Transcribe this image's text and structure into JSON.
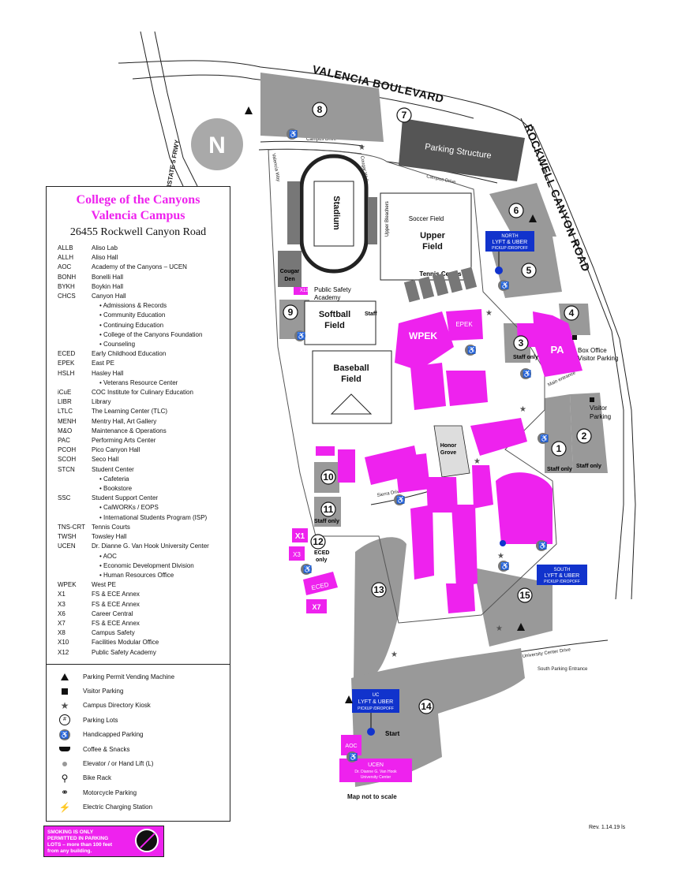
{
  "roads": {
    "valencia": "VALENCIA BOULEVARD",
    "rockwell": "ROCKWELL CANYON ROAD",
    "interstate": "INTERSTATE 5 FRWY",
    "campus_drive": "Campus Drive",
    "cougar_walk": "Cougar Walk",
    "campus_drive_2": "Campus Drive",
    "valencia_way": "Valencia Way",
    "university_center_drive": "University Center Drive",
    "south_parking_entrance": "South Parking Entrance",
    "main_entrance": "Main entrance",
    "sierra_drive": "Sierra Drive"
  },
  "north_label": "N",
  "lots": [
    "1",
    "2",
    "3",
    "4",
    "5",
    "6",
    "7",
    "8",
    "9",
    "10",
    "11",
    "12",
    "13",
    "14",
    "15"
  ],
  "map_labels": {
    "parking_structure": "Parking Structure",
    "stadium": "Stadium",
    "soccer_field": "Soccer Field",
    "upper_field_line1": "Upper",
    "upper_field_line2": "Field",
    "upper_bleachers": "Upper Bleachers",
    "tennis_courts": "Tennis Courts",
    "cougar_den_line1": "Cougar",
    "cougar_den_line2": "Den",
    "public_safety_line1": "Public Safety",
    "public_safety_line2": "Academy",
    "public_safety_code": "X12",
    "softball_line1": "Softball",
    "softball_line2": "Field",
    "baseball_line1": "Baseball",
    "baseball_line2": "Field",
    "staff_label": "Staff",
    "staff_only": "Staff only",
    "visitor_parking_line1": "Visitor",
    "visitor_parking_line2": "Parking",
    "box_office_line1": "Box Office",
    "box_office_line2": "Visitor Parking",
    "honor_grove_line1": "Honor",
    "honor_grove_line2": "Grove",
    "eced_only_line1": "ECED",
    "eced_only_line2": "only",
    "north_rideshare_line1": "NORTH",
    "north_rideshare_line2": "LYFT & UBER",
    "north_rideshare_line3": "PICKUP /DROPOFF",
    "south_rideshare_line1": "SOUTH",
    "south_rideshare_line2": "LYFT & UBER",
    "south_rideshare_line3": "PICKUP /DROPOFF",
    "uc_rideshare_line1": "UC",
    "uc_rideshare_line2": "LYFT & UBER",
    "uc_rideshare_line3": "PICKUP /DROPOFF",
    "start_label": "Start",
    "wpek": "WPEK",
    "epek": "EPEK",
    "pa": "PA",
    "aoc": "AOC",
    "x1": "X1",
    "x3": "X3",
    "x7": "X7",
    "eced": "ECED",
    "ucen_line1": "UCEN",
    "ucen_line2": "Dr. Dianne G. Van Hook",
    "ucen_line3": "University Center"
  },
  "legend": {
    "title_line1": "College of the Canyons",
    "title_line2": "Valencia Campus",
    "address": "26455 Rockwell Canyon Road",
    "buildings": [
      {
        "code": "ALLB",
        "name": "Aliso Lab"
      },
      {
        "code": "ALLH",
        "name": "Aliso Hall"
      },
      {
        "code": "AOC",
        "name": "Academy of the Canyons – UCEN"
      },
      {
        "code": "BONH",
        "name": "Bonelli Hall"
      },
      {
        "code": "BYKH",
        "name": "Boykin Hall"
      },
      {
        "code": "CHCS",
        "name": "Canyon Hall"
      },
      {
        "code": "",
        "name": "Admissions & Records",
        "sub": true
      },
      {
        "code": "",
        "name": "Community Education",
        "sub": true
      },
      {
        "code": "",
        "name": "Continuing Education",
        "sub": true
      },
      {
        "code": "",
        "name": "College of the Canyons Foundation",
        "sub": true
      },
      {
        "code": "",
        "name": "Counseling",
        "sub": true
      },
      {
        "code": "ECED",
        "name": "Early Childhood Education"
      },
      {
        "code": "EPEK",
        "name": "East PE"
      },
      {
        "code": "HSLH",
        "name": "Hasley Hall"
      },
      {
        "code": "",
        "name": "Veterans Resource Center",
        "sub": true
      },
      {
        "code": "iCuE",
        "name": "COC Institute for Culinary Education"
      },
      {
        "code": "LIBR",
        "name": "Library"
      },
      {
        "code": "LTLC",
        "name": "The Learning Center (TLC)"
      },
      {
        "code": "MENH",
        "name": "Mentry Hall, Art Gallery"
      },
      {
        "code": "M&O",
        "name": "Maintenance & Operations"
      },
      {
        "code": "PAC",
        "name": "Performing Arts Center"
      },
      {
        "code": "PCOH",
        "name": "Pico Canyon Hall"
      },
      {
        "code": "SCOH",
        "name": "Seco Hall"
      },
      {
        "code": "STCN",
        "name": "Student Center"
      },
      {
        "code": "",
        "name": "Cafeteria",
        "sub": true
      },
      {
        "code": "",
        "name": "Bookstore",
        "sub": true
      },
      {
        "code": "SSC",
        "name": "Student Support Center"
      },
      {
        "code": "",
        "name": "CalWORKs / EOPS",
        "sub": true
      },
      {
        "code": "",
        "name": "International Students Program (ISP)",
        "sub": true
      },
      {
        "code": "TNS-CRT",
        "name": "Tennis Courts"
      },
      {
        "code": "TWSH",
        "name": "Towsley Hall"
      },
      {
        "code": "UCEN",
        "name": "Dr. Dianne G. Van Hook University Center"
      },
      {
        "code": "",
        "name": "AOC",
        "sub": true
      },
      {
        "code": "",
        "name": "Economic Development Division",
        "sub": true
      },
      {
        "code": "",
        "name": "Human Resources Office",
        "sub": true
      },
      {
        "code": "WPEK",
        "name": "West PE"
      },
      {
        "code": "X1",
        "name": "FS & ECE Annex"
      },
      {
        "code": "X3",
        "name": "FS & ECE Annex"
      },
      {
        "code": "X6",
        "name": "Career Central"
      },
      {
        "code": "X7",
        "name": "FS & ECE Annex"
      },
      {
        "code": "X8",
        "name": "Campus Safety"
      },
      {
        "code": "X10",
        "name": "Facilities Modular Office"
      },
      {
        "code": "X12",
        "name": "Public Safety Academy"
      }
    ],
    "symbols": [
      {
        "icon": "parking-permit-vending-icon",
        "label": "Parking Permit Vending Machine"
      },
      {
        "icon": "visitor-parking-icon",
        "label": "Visitor Parking"
      },
      {
        "icon": "campus-directory-kiosk-icon",
        "label": "Campus Directory Kiosk"
      },
      {
        "icon": "parking-lot-number-icon",
        "label": "Parking Lots",
        "glyph": "#"
      },
      {
        "icon": "handicapped-parking-icon",
        "label": "Handicapped Parking"
      },
      {
        "icon": "coffee-snacks-icon",
        "label": "Coffee & Snacks"
      },
      {
        "icon": "elevator-lift-icon",
        "label": "Elevator / or Hand Lift (L)"
      },
      {
        "icon": "bike-rack-icon",
        "label": "Bike Rack"
      },
      {
        "icon": "motorcycle-parking-icon",
        "label": "Motorcycle Parking"
      },
      {
        "icon": "electric-charging-icon",
        "label": "Electric Charging Station"
      }
    ]
  },
  "no_smoking": {
    "line1": "SMOKING IS ONLY",
    "line2": "PERMITTED IN PARKING",
    "line3": "LOTS – more than 100 feet",
    "line4": "from any building."
  },
  "footer": {
    "map_note": "Map not to scale",
    "revision": "Rev. 1.14.19 ls"
  },
  "colors": {
    "building": "#ee22ee",
    "lot": "#999999",
    "dark_lot": "#555555",
    "rideshare": "#1133cc"
  }
}
